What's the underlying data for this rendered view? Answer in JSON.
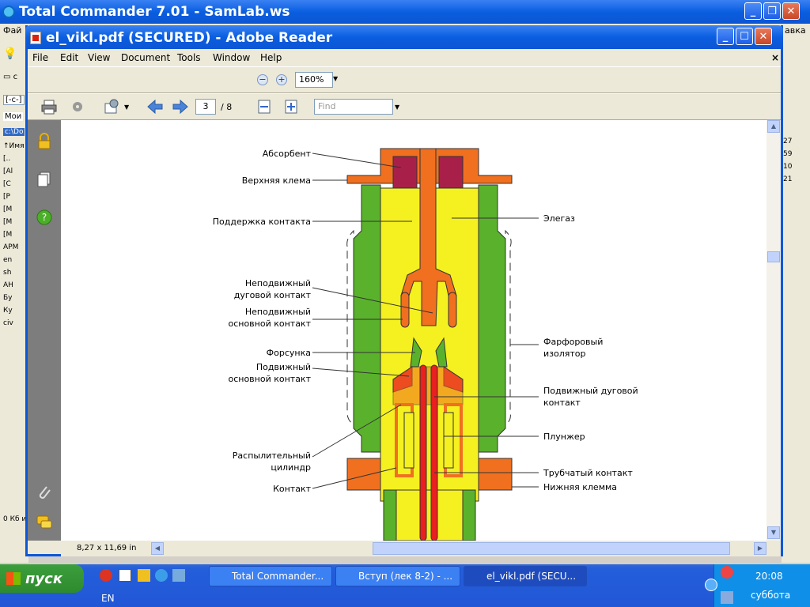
{
  "tc": {
    "title": "Total Commander 7.01 - SamLab.ws",
    "menu_left": "Фай",
    "menu_right": "авка",
    "left_items": [
      "c:\\Do",
      "↑Имя",
      "[..",
      "[Al",
      "[C",
      "[P",
      "[M",
      "[M",
      "[M",
      "APM",
      "en",
      "sh",
      "АН",
      "Бу",
      "Ку",
      "civ"
    ],
    "left_prefix": "с",
    "drive": "[-c-]",
    "tab": "Мои",
    "status": "0 Кб и",
    "right_items": [
      "27",
      "59",
      "10",
      "21"
    ]
  },
  "reader": {
    "title": "el_vikl.pdf (SECURED) - Adobe Reader",
    "menu": [
      "File",
      "Edit",
      "View",
      "Document",
      "Tools",
      "Window",
      "Help"
    ],
    "zoom": "160%",
    "page_current": "3",
    "page_total": "/ 8",
    "find_placeholder": "Find",
    "page_size": "8,27 x 11,69 in"
  },
  "diagram": {
    "labels": {
      "absorbent": "Абсорбент",
      "top_clamp": "Верхняя клема",
      "contact_support": "Поддержка контакта",
      "gas": "Элегаз",
      "fixed_arc_1": "Неподвижный",
      "fixed_arc_2": "дуговой контакт",
      "fixed_main_1": "Неподвижный",
      "fixed_main_2": "основной контакт",
      "porcelain_1": "Фарфоровый",
      "porcelain_2": "изолятор",
      "nozzle": "Форсунка",
      "moving_main_1": "Подвижный",
      "moving_main_2": "основной контакт",
      "moving_arc_1": "Подвижный дуговой",
      "moving_arc_2": "контакт",
      "plunger": "Плунжер",
      "spray_1": "Распылительный",
      "spray_2": "цилиндр",
      "tube": "Трубчатый контакт",
      "contact": "Контакт",
      "bottom_clamp": "Нижняя клемма"
    },
    "colors": {
      "outer": "#f07020",
      "green": "#5ab22c",
      "yellow": "#f5f020",
      "red": "#e82020",
      "dark": "#a8204a"
    }
  },
  "taskbar": {
    "start": "пуск",
    "tasks": [
      "Total Commander...",
      "Вступ (лек 8-2) - ...",
      "el_vikl.pdf (SECU..."
    ],
    "lang": "EN",
    "time": "20:08",
    "day": "суббота"
  }
}
